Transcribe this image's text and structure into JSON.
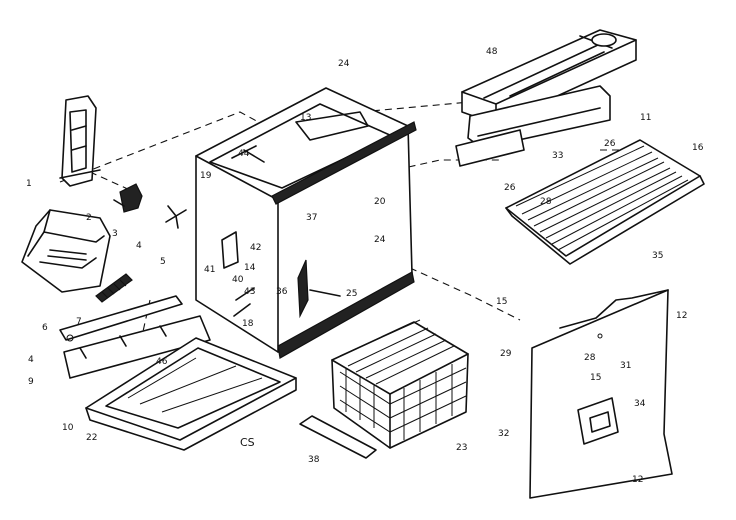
{
  "diagram": {
    "caption": "CS",
    "parts": {
      "p1": "1",
      "p2": "2",
      "p3": "3",
      "p4a": "4",
      "p4b": "4",
      "p5": "5",
      "p6": "6",
      "p7": "7",
      "p9": "9",
      "p10": "10",
      "p11": "11",
      "p12a": "12",
      "p12b": "12",
      "p13": "13",
      "p14": "14",
      "p15a": "15",
      "p15b": "15",
      "p16": "16",
      "p18": "18",
      "p19": "19",
      "p20": "20",
      "p22": "22",
      "p23": "23",
      "p24a": "24",
      "p24b": "24",
      "p25": "25",
      "p26a": "26",
      "p26b": "26",
      "p28a": "28",
      "p28b": "28",
      "p29": "29",
      "p31": "31",
      "p32": "32",
      "p33": "33",
      "p34": "34",
      "p35": "35",
      "p36": "36",
      "p37": "37",
      "p38": "38",
      "p40": "40",
      "p41": "41",
      "p42": "42",
      "p43": "43",
      "p44": "44",
      "p46": "46",
      "p48": "48"
    }
  }
}
